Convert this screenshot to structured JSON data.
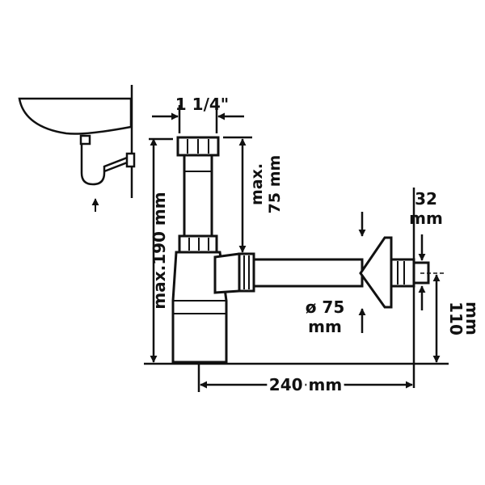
{
  "labels": {
    "pipe_size": "1 1/4\"",
    "height_max_190": "max.190 mm",
    "height_max_75_line1": "max.",
    "height_max_75_line2": "75 mm",
    "outlet_32_line1": "32",
    "outlet_32_line2": "mm",
    "rosette_75_line1": "ø 75",
    "rosette_75_line2": "mm",
    "offset_110_line1": "110",
    "offset_110_line2": "mm",
    "width_240": "240 mm"
  },
  "colors": {
    "line": "#111111",
    "background": "#ffffff"
  }
}
